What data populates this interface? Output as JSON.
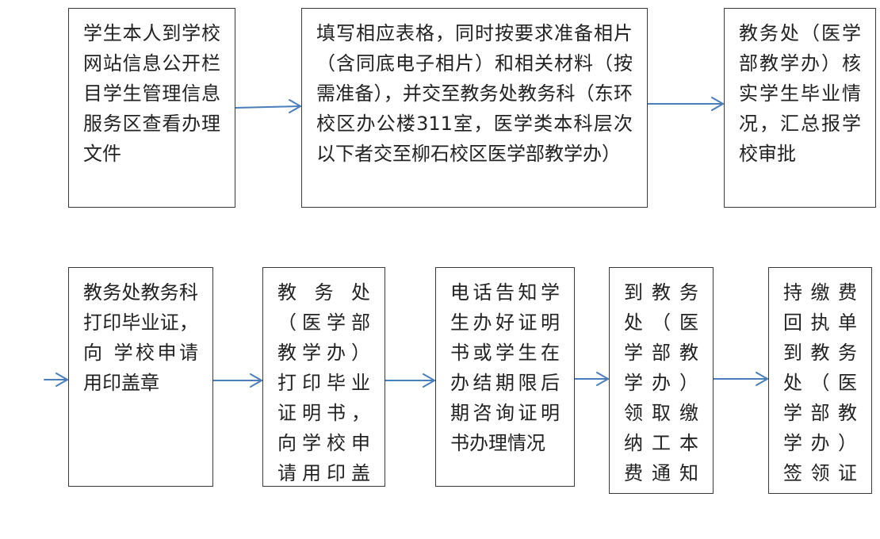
{
  "colors": {
    "arrow": "#4a7ebb",
    "border": "#3a3a3a",
    "text": "#222222"
  },
  "steps": [
    {
      "text": "学生本人到学校网站信息公开栏目学生管理信息服务区查看办理文件"
    },
    {
      "text": "填写相应表格，同时按要求准备相片（含同底电子相片）和相关材料（按需准备），并交至教务处教务科（东环校区办公楼311室，医学类本科层次以下者交至柳石校区医学部教学办）"
    },
    {
      "text": "教务处（医学部教学办）核实学生毕业情况，汇总报学校审批"
    },
    {
      "text": "教务处教务科打印毕业证，向 学校申请用印盖章"
    },
    {
      "text": "教务处（医学部教学办） 打印毕业证明书，向学校申请用印盖章"
    },
    {
      "text": "电话告知学生办好证明书或学生在办结期限后期咨询证明书办理情况"
    },
    {
      "text": "到教务处（医学部教学办）领取缴纳工本费通知单"
    },
    {
      "text": "持缴费回执单到教务处（医学部教学办）签领证明书"
    }
  ]
}
